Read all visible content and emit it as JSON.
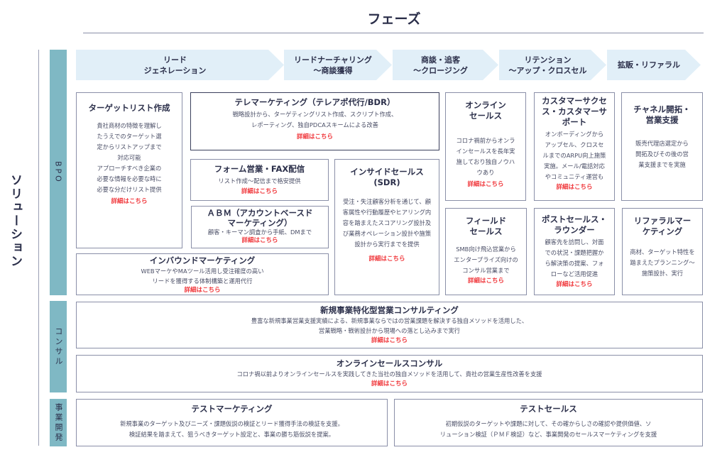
{
  "header": {
    "title": "フェーズ"
  },
  "side_label": "ソリューション",
  "categories": [
    "BPO",
    "コンサル",
    "事業開発"
  ],
  "phases": [
    "リード\nジェネレーション",
    "リードナーチャリング\n〜商談獲得",
    "商談・追客\n〜クロージング",
    "リテンション\n〜アップ・クロスセル",
    "拡販・リファラル"
  ],
  "link_label": "詳細はこちら",
  "services": {
    "target_list": {
      "title": "ターゲットリスト作成",
      "desc": "貴社商材の特徴を理解し\nたうえでのターゲット選\n定からリストアップまで\n対応可能\nアプローチすべき企業の\n必要な情報を必要な時に\n必要な分だけリスト提供"
    },
    "telemarketing": {
      "title": "テレマーケティング（テレアポ代行/BDR）",
      "desc": "戦略設計から、ターゲティングリスト作成、スクリプト作成、\nレポーティング、独自PDCAスキームによる改善"
    },
    "form_fax": {
      "title": "フォーム営業・FAX配信",
      "desc": "リスト作成〜配信まで格安提供"
    },
    "abm": {
      "title": "ＡＢＭ（アカウントベースド\nマーケティング）",
      "desc": "顧客・キーマン調査から手紙、DMまで"
    },
    "inbound": {
      "title": "インバウンドマーケティング",
      "desc": "WEBマーケやMAツール活用し受注確度の高い\nリードを獲得する体制構築と運用代行"
    },
    "inside_sales": {
      "title": "インサイドセールス\n(SDR)",
      "desc": "受注・失注顧客分析を通じて、顧\n客属性や行動履歴やヒアリング内\n容を踏まえたスコアリング設計及\nび業務オペレーション設計や施策\n設計から実行までを提供"
    },
    "online_sales": {
      "title": "オンライン\nセールス",
      "desc": "コロナ禍前からオンラ\nインセールスを長年実\n施しており独自ノウハ\nウあり"
    },
    "field_sales": {
      "title": "フィールド\nセールス",
      "desc": "SMB向け飛込営業から\nエンタープライズ向けの\nコンサル営業まで"
    },
    "customer_success": {
      "title": "カスタマーサクセ\nス・カスタマーサ\nポート",
      "desc": "オンボーディングから\nアップセル、クロスセ\nルまでのARPU向上施策\n実施。メール/電話対応\nやコミュニティ運営も"
    },
    "post_sales": {
      "title": "ポストセールス・\nラウンダー",
      "desc": "顧客先を訪問し、対面\nでの状況・課題把握か\nら解決策の提案、フォ\nローなど活用促進"
    },
    "channel": {
      "title": "チャネル開拓・\n営業支援",
      "desc": "販売代理店選定から\n開拓及びその後の営\n業支援までを実施"
    },
    "referral": {
      "title": "リファラルマー\nケティング",
      "desc": "商材、ターゲット特性を\n踏まえたプランニング〜\n施策設計、実行"
    },
    "new_biz_consulting": {
      "title": "新規事業特化型営業コンサルティング",
      "desc": "豊富な新規事業営業支援実績による、新規事業ならではの営業課題を解決する独自メソッドを活用した、\n営業戦略・戦術設計から現場への落とし込みまで実行"
    },
    "online_sales_consulting": {
      "title": "オンラインセールスコンサル",
      "desc": "コロナ禍以前よりオンラインセールスを実践してきた当社の独自メソッドを活用して、貴社の営業生産性改善を支援"
    },
    "test_marketing": {
      "title": "テストマーケティング",
      "desc": "新規事業のターゲット及びニーズ・課題仮説の検証とリード獲得手法の検証を支援。\n検証結果を踏まえて、狙うべきターゲット設定と、事業の勝ち筋仮説を提案。"
    },
    "test_sales": {
      "title": "テストセールス",
      "desc": "初期仮説のターゲットや課題に対して、その確からしさの確認や提供価値、ソ\nリューション検証（ＰＭＦ検証）など、事業開発のセールスマーケティングを支援"
    }
  }
}
